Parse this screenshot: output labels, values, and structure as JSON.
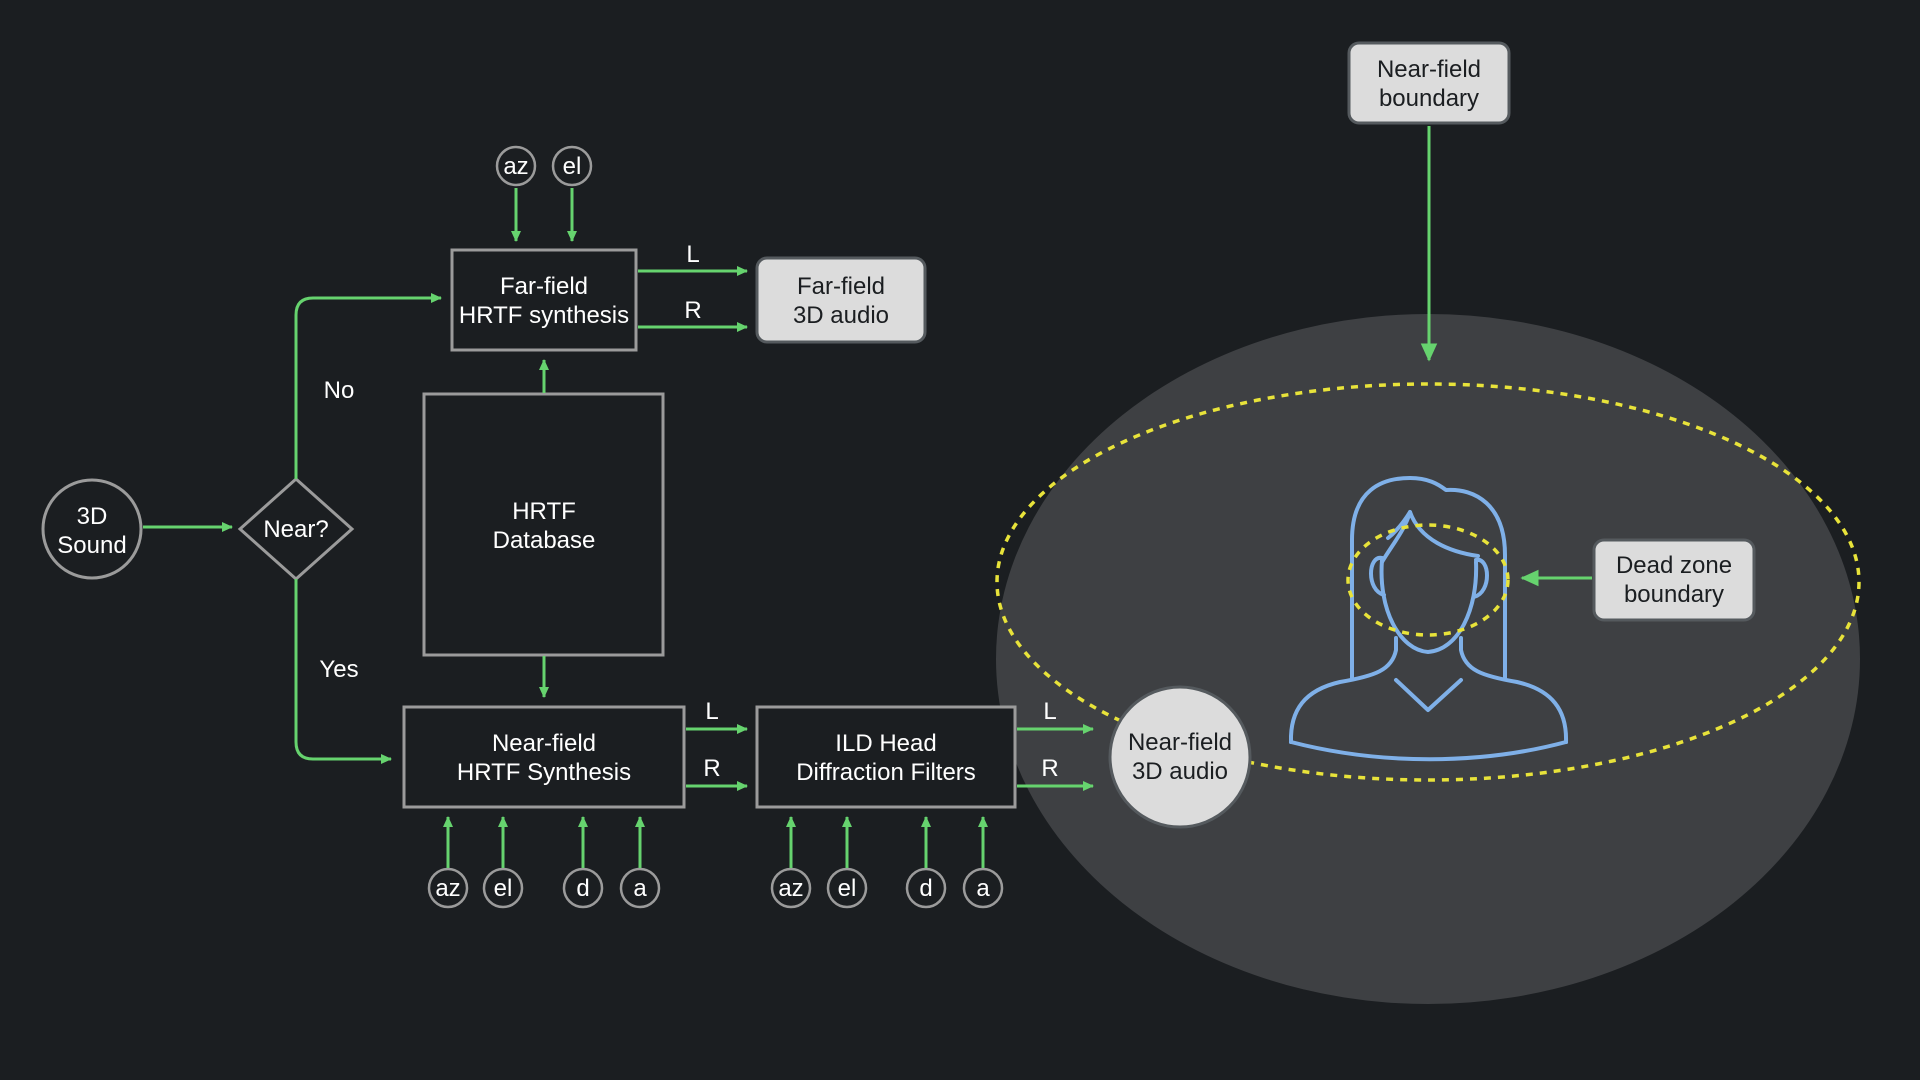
{
  "colors": {
    "background": "#1b1e21",
    "flow_arrow": "#66d36e",
    "box_border": "#9b9b9b",
    "head_outline": "#7fb0e8",
    "dead_zone_dash": "#e8e33a",
    "near_field_sphere": "#3e4043",
    "output_fill": "#dcdcdc"
  },
  "input": {
    "label_line1": "3D",
    "label_line2": "Sound"
  },
  "decision": {
    "label": "Near?",
    "no_label": "No",
    "yes_label": "Yes"
  },
  "far_field_synthesis": {
    "line1": "Far-field",
    "line2": "HRTF synthesis"
  },
  "far_field_output": {
    "line1": "Far-field",
    "line2": "3D audio"
  },
  "hrtf_database": {
    "line1": "HRTF",
    "line2": "Database"
  },
  "near_field_synthesis": {
    "line1": "Near-field",
    "line2": "HRTF Synthesis"
  },
  "ild_filters": {
    "line1": "ILD Head",
    "line2": "Diffraction Filters"
  },
  "near_field_output": {
    "line1": "Near-field",
    "line2": "3D audio"
  },
  "channels": {
    "left": "L",
    "right": "R"
  },
  "params": {
    "far": [
      "az",
      "el"
    ],
    "near": [
      "az",
      "el",
      "d",
      "a"
    ],
    "ild": [
      "az",
      "el",
      "d",
      "a"
    ]
  },
  "near_field_boundary": {
    "line1": "Near-field",
    "line2": "boundary"
  },
  "dead_zone_boundary": {
    "line1": "Dead zone",
    "line2": "boundary"
  },
  "listener": {
    "icon": "listener-head-icon"
  }
}
